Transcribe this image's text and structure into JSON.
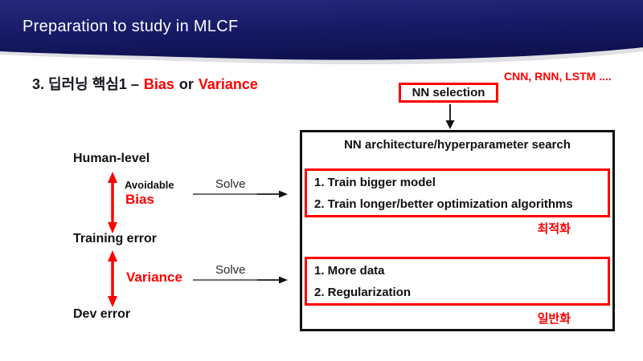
{
  "header": {
    "title": "Preparation to study in MLCF"
  },
  "title": {
    "prefix": "3. 딥러닝 핵심1 –",
    "bias": "Bias",
    "or": "or",
    "variance": "Variance"
  },
  "top_right_note": "CNN, RNN, LSTM ....",
  "nn_selection": {
    "label": "NN selection"
  },
  "main_box": {
    "title": "NN architecture/hyperparameter search",
    "optimization": {
      "items": [
        "1. Train bigger model",
        "2. Train longer/better optimization algorithms"
      ],
      "caption": "최적화"
    },
    "generalization": {
      "items": [
        "1. More data",
        "2. Regularization"
      ],
      "caption": "일반화"
    }
  },
  "ladder": {
    "human_level": "Human-level",
    "training_error": "Training error",
    "dev_error": "Dev error",
    "avoidable": "Avoidable",
    "bias": "Bias",
    "variance": "Variance",
    "solve_bias": "Solve",
    "solve_variance": "Solve"
  },
  "colors": {
    "header_navy": "#131760",
    "header_navy_light": "#272a7d",
    "accent_red": "#ff0000",
    "text_dark": "#101014",
    "swoosh_gray": "#e0e0e5"
  }
}
